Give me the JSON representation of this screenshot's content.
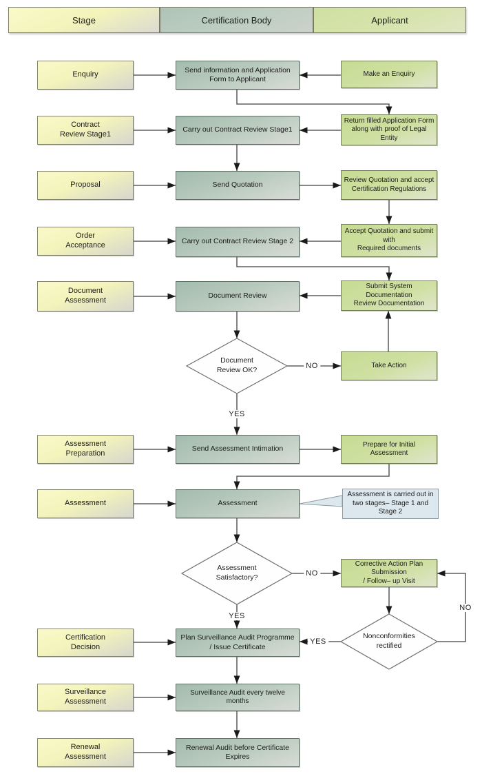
{
  "header": {
    "stage": "Stage",
    "certification_body": "Certification Body",
    "applicant": "Applicant"
  },
  "stage_column": {
    "enquiry": "Enquiry",
    "contract_review": "Contract\nReview Stage1",
    "proposal": "Proposal",
    "order_acceptance": "Order\nAcceptance",
    "document_assessment": "Document\nAssessment",
    "assessment_preparation": "Assessment\nPreparation",
    "assessment": "Assessment",
    "certification_decision": "Certification\nDecision",
    "surveillance_assessment": "Surveillance\nAssessment",
    "renewal_assessment": "Renewal\nAssessment"
  },
  "certification_body_column": {
    "send_information": "Send information and Application\nForm to Applicant",
    "contract_review_1": "Carry out Contract Review Stage1",
    "send_quotation": "Send Quotation",
    "contract_review_2": "Carry out Contract Review Stage 2",
    "document_review": "Document Review",
    "send_assessment_intimation": "Send Assessment Intimation",
    "assessment": "Assessment",
    "plan_surveillance": "Plan Surveillance Audit Programme\n/  Issue Certificate",
    "surveillance_audit": "Surveillance Audit every twelve months",
    "renewal_audit": "Renewal Audit before Certificate\nExpires"
  },
  "applicant_column": {
    "make_enquiry": "Make an Enquiry",
    "return_application": "Return filled Application Form\nalong with proof of Legal Entity",
    "review_quotation": "Review Quotation and accept\nCertification Regulations",
    "accept_quotation": "Accept Quotation and submit\nwith\nRequired documents",
    "submit_documentation": "Submit System Documentation\nReview Documentation",
    "take_action": "Take Action",
    "prepare_initial_assessment": "Prepare for Initial Assessment",
    "corrective_action": "Corrective Action Plan\nSubmission\n/  Follow–   up Visit"
  },
  "decisions": {
    "document_review_ok": "Document\nReview OK?",
    "assessment_satisfactory": "Assessment\nSatisfactory?",
    "nonconformities_rectified": "Nonconformities\nrectified"
  },
  "edge_labels": {
    "d1_no": "NO",
    "d1_yes": "YES",
    "d2_no": "NO",
    "d2_yes": "YES",
    "d3_yes": "YES",
    "d3_no": "NO"
  },
  "callout": {
    "text": "Assessment is carried out in\ntwo stages–   Stage 1  and\nStage 2"
  },
  "colors": {
    "stage_fill": "#f3f3bb",
    "certification_body_fill": "#aec4b6",
    "applicant_fill": "#cfe0a2",
    "callout_fill": "#dce8ee",
    "connector": "#3f3f3f",
    "diamond_fill": "#ffffff"
  }
}
